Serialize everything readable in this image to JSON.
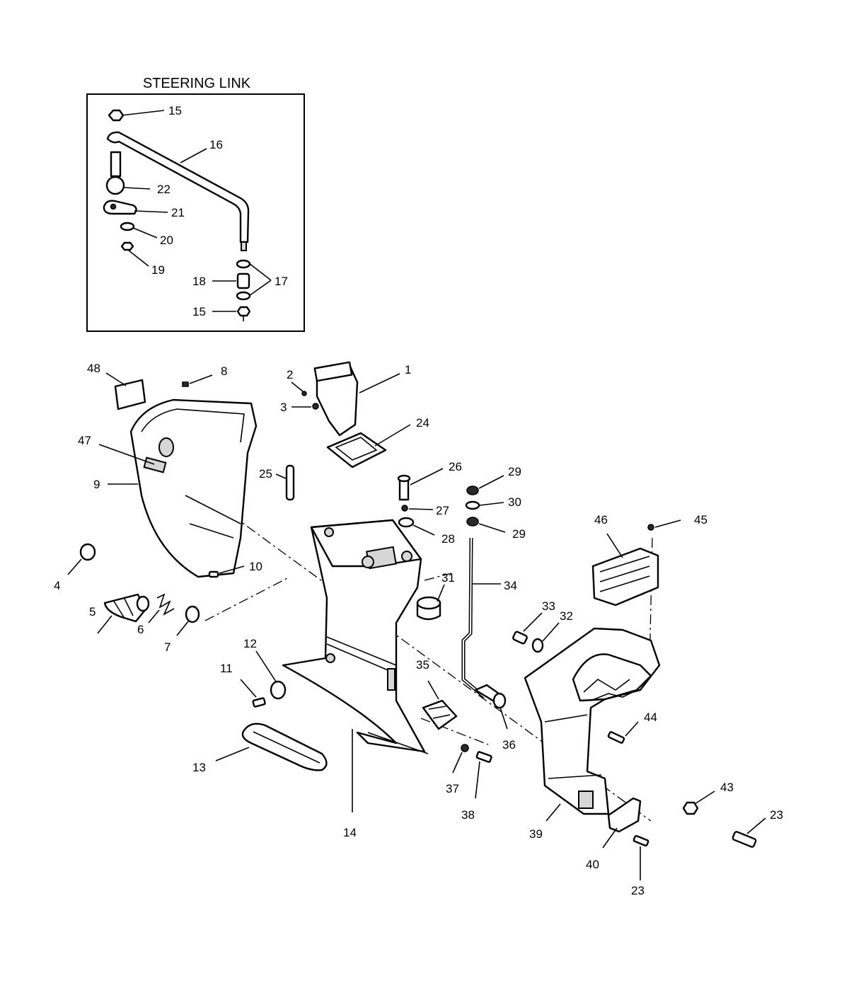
{
  "inset": {
    "title": "STEERING LINK"
  },
  "callouts": {
    "c15a": "15",
    "c16": "16",
    "c22": "22",
    "c21": "21",
    "c20": "20",
    "c19": "19",
    "c18": "18",
    "c17": "17",
    "c15b": "15",
    "c48": "48",
    "c8": "8",
    "c2": "2",
    "c1": "1",
    "c3": "3",
    "c24": "24",
    "c47": "47",
    "c25": "25",
    "c26": "26",
    "c29a": "29",
    "c30": "30",
    "c27": "27",
    "c9": "9",
    "c28": "28",
    "c29b": "29",
    "c46": "46",
    "c45": "45",
    "c10": "10",
    "c4": "4",
    "c31": "31",
    "c34": "34",
    "c5": "5",
    "c6": "6",
    "c33": "33",
    "c32": "32",
    "c7": "7",
    "c12": "12",
    "c35": "35",
    "c11": "11",
    "c44": "44",
    "c36": "36",
    "c13": "13",
    "c37": "37",
    "c43": "43",
    "c38": "38",
    "c23a": "23",
    "c14": "14",
    "c39": "39",
    "c40": "40",
    "c23b": "23"
  }
}
